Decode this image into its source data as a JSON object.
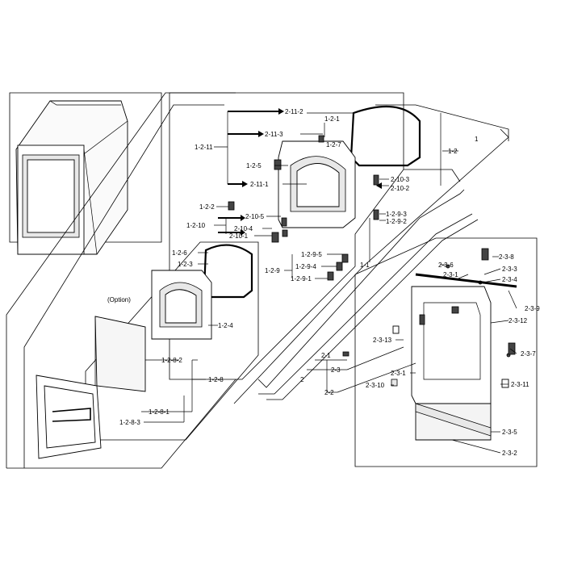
{
  "option_label": "(Option)",
  "labels": {
    "p_2_11_2": "2-11-2",
    "p_1_2_1": "1-2-1",
    "p_2_11_3": "2-11-3",
    "p_1_2_7": "1-2-7",
    "p_1_2_11": "1-2-11",
    "p_1_2_5": "1-2-5",
    "p_2_11_1": "2-11-1",
    "p_1": "1",
    "p_1_2": "1-2",
    "p_2_10_3": "2-10-3",
    "p_2_10_2": "2-10-2",
    "p_1_2_2": "1-2-2",
    "p_2_10_5": "2-10-5",
    "p_1_2_10": "1-2-10",
    "p_2_10_4": "2-10-4",
    "p_2_10_1": "2-10-1",
    "p_1_2_9_3": "1-2-9-3",
    "p_1_2_9_2": "1-2-9-2",
    "p_1_2_6": "1-2-6",
    "p_1_2_3": "1-2-3",
    "p_1_2_9_5": "1-2-9-5",
    "p_1_2_9": "1-2-9",
    "p_1_2_9_4": "1-2-9-4",
    "p_1_2_9_1": "1-2-9-1",
    "p_1_1": "1-1",
    "p_2_3_8": "2-3-8",
    "p_2_3_6": "2-3-6",
    "p_2_3_3": "2-3-3",
    "p_2_3_1a": "2-3-1",
    "p_2_3_4": "2-3-4",
    "p_1_2_4": "1-2-4",
    "p_2_3_9": "2-3-9",
    "p_2_3_12": "2-3-12",
    "p_2_3_13": "2-3-13",
    "p_2_1": "2-1",
    "p_2_3_7": "2-3-7",
    "p_1_2_8_2": "1-2-8-2",
    "p_1_2_8": "1-2-8",
    "p_2": "2",
    "p_2_3": "2-3",
    "p_2_3_1b": "2-3-1",
    "p_2_3_10": "2-3-10",
    "p_2_3_11": "2-3-11",
    "p_2_2": "2-2",
    "p_1_2_8_1": "1-2-8-1",
    "p_1_2_8_3": "1-2-8-3",
    "p_2_3_5": "2-3-5",
    "p_2_3_2": "2-3-2"
  }
}
